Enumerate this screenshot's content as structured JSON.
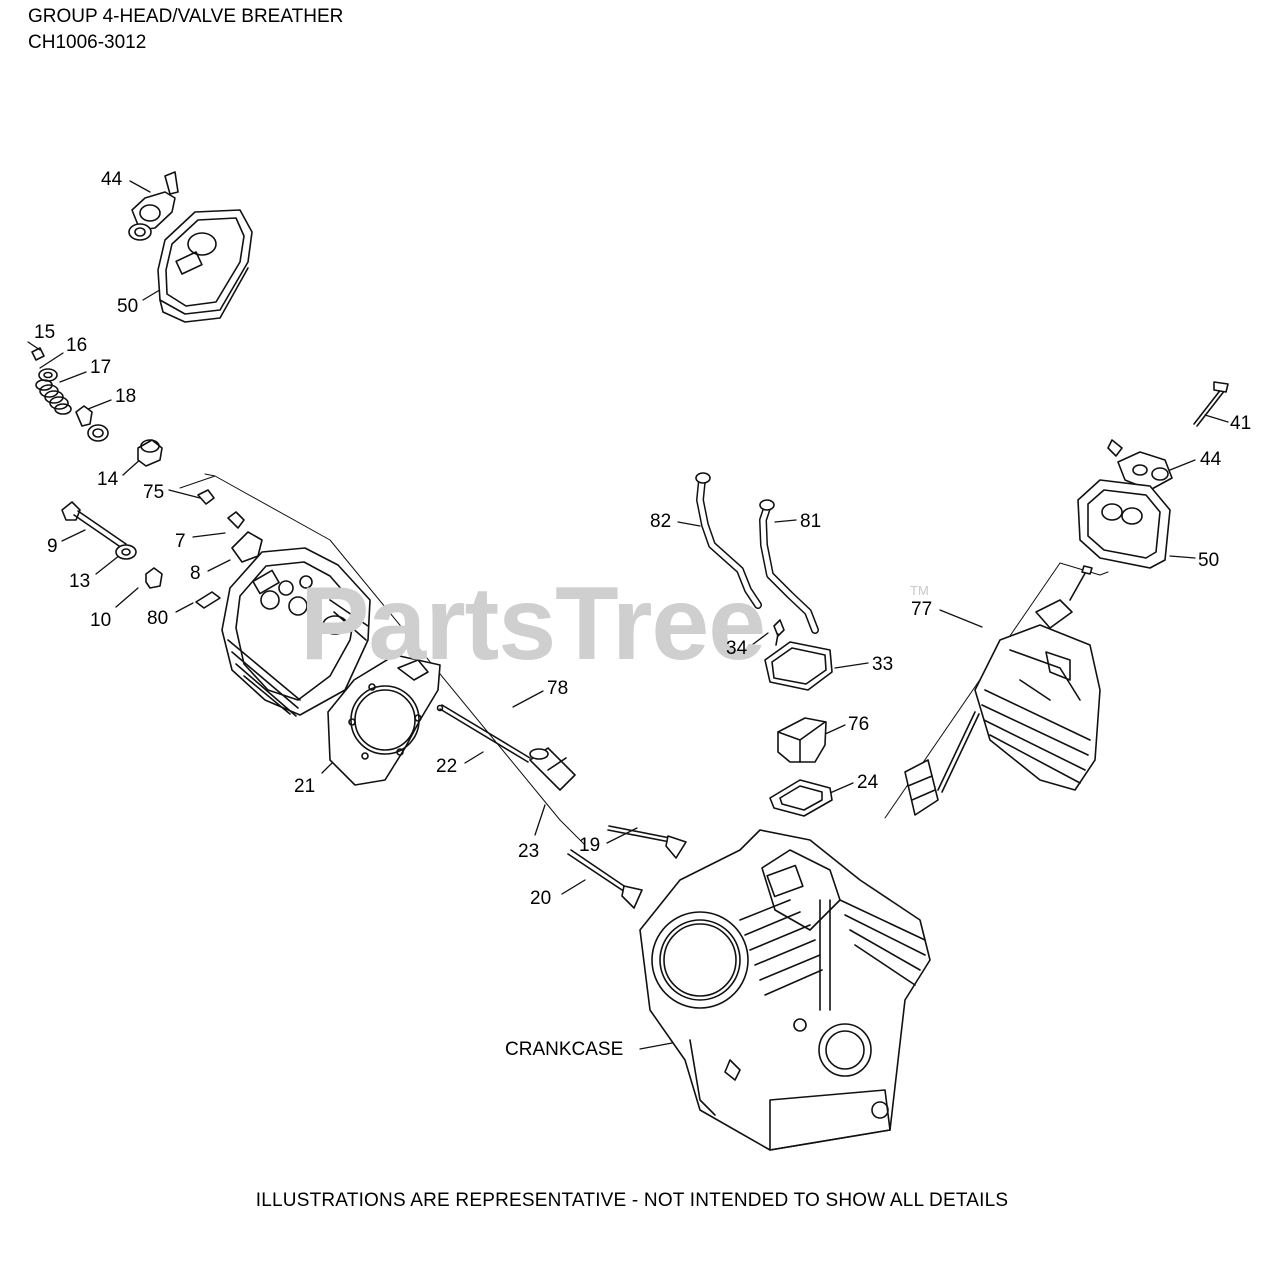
{
  "header": {
    "title": "GROUP 4-HEAD/VALVE BREATHER",
    "model": "CH1006-3012"
  },
  "footer": "ILLUSTRATIONS ARE REPRESENTATIVE - NOT INTENDED TO SHOW ALL DETAILS",
  "watermark": {
    "text": "PartsTree",
    "tm": "TM"
  },
  "labels": {
    "p44a": "44",
    "p50a": "50",
    "p15": "15",
    "p16": "16",
    "p17": "17",
    "p18": "18",
    "p14": "14",
    "p75": "75",
    "p9": "9",
    "p7": "7",
    "p13": "13",
    "p8": "8",
    "p10": "10",
    "p80": "80",
    "p78": "78",
    "p21": "21",
    "p22": "22",
    "p23": "23",
    "p19": "19",
    "p20": "20",
    "p82": "82",
    "p81": "81",
    "p34": "34",
    "p33": "33",
    "p76": "76",
    "p24": "24",
    "p41": "41",
    "p44b": "44",
    "p50b": "50",
    "p77": "77",
    "crankcase": "CRANKCASE"
  }
}
